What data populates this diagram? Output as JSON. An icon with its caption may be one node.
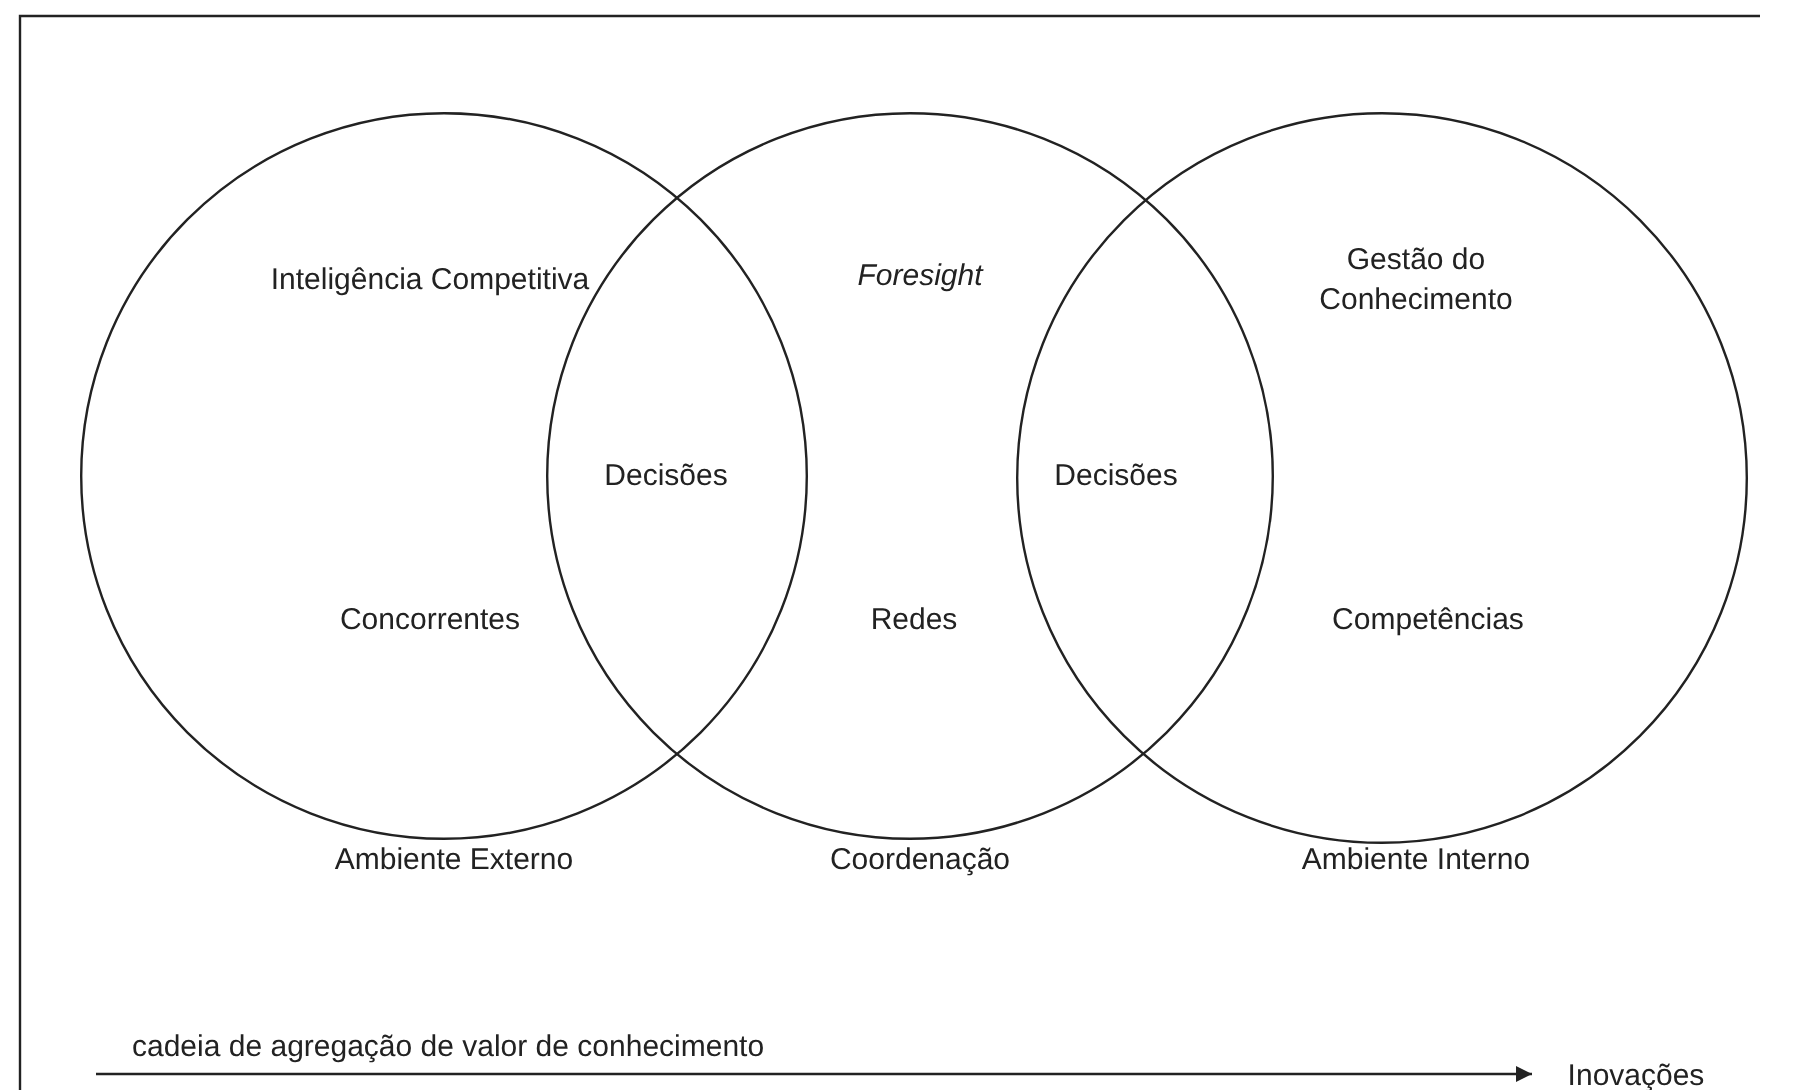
{
  "diagram": {
    "nodes": [
      {
        "text": [
          "Inteligência Competitiva",
          "Concorrentes"
        ]
      },
      {
        "text": [
          "Foresight",
          "Redes"
        ]
      },
      {
        "text": [
          "Gestão do Conhecimento",
          "Competências"
        ]
      },
      {
        "text": [
          "Inovações"
        ]
      }
    ],
    "edges": [
      {
        "from": null,
        "to": 3,
        "arrow": "to",
        "label": "cadeia de agregação de valor de conhecimento"
      }
    ],
    "labels": [
      "Decisões",
      "Decisões",
      "Ambiente Externo",
      "Coordenação",
      "Ambiente Interno"
    ]
  }
}
